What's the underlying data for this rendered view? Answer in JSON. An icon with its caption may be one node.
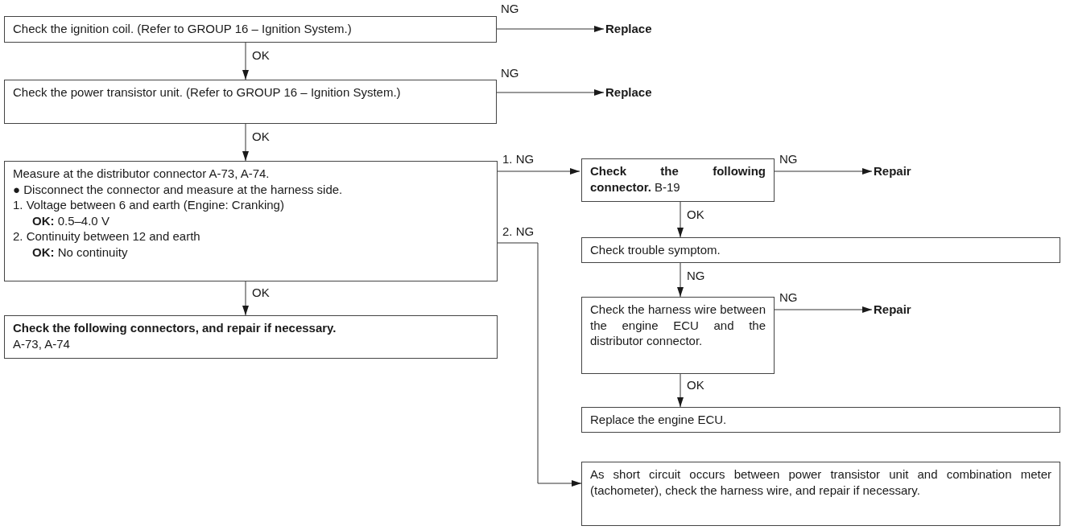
{
  "diagram": {
    "nodes": [
      {
        "text": [
          "Check the ignition coil.  (Refer to GROUP 16 – Ignition System.)"
        ]
      },
      {
        "text": [
          "Replace"
        ]
      },
      {
        "text": [
          "Check the power transistor unit. (Refer to GROUP 16 – Ignition System.)"
        ]
      },
      {
        "text": [
          "Replace"
        ]
      },
      {
        "text": [
          "Measure at the distributor connector A-73, A-74.",
          "● Disconnect the connector and measure at the harness side.",
          "1. Voltage between 6 and earth (Engine: Cranking)",
          "**OK:** 0.5–4.0 V",
          "2. Continuity between 12 and earth",
          "**OK:** No continuity"
        ]
      },
      {
        "text": [
          "Check the following connectors, and repair if necessary.",
          "A-73, A-74"
        ]
      },
      {
        "text": [
          "**Check the following connector.** B-19"
        ]
      },
      {
        "text": [
          "Repair"
        ]
      },
      {
        "text": [
          "Check trouble symptom."
        ]
      },
      {
        "text": [
          "Check the harness wire between the engine ECU and the distributor connector."
        ]
      },
      {
        "text": [
          "Repair"
        ]
      },
      {
        "text": [
          "Replace the engine ECU."
        ]
      },
      {
        "text": [
          "As short circuit occurs between power transistor unit and combination meter (tachometer), check the harness wire, and repair if necessary."
        ]
      }
    ],
    "edges": [
      {
        "from": 0,
        "to": 1,
        "arrow": "to",
        "label": "NG"
      },
      {
        "from": 0,
        "to": 2,
        "arrow": "to",
        "label": "OK"
      },
      {
        "from": 2,
        "to": 3,
        "arrow": "to",
        "label": "NG"
      },
      {
        "from": 2,
        "to": 4,
        "arrow": "to",
        "label": "OK"
      },
      {
        "from": 4,
        "to": 6,
        "arrow": "to",
        "label": "1. NG"
      },
      {
        "from": 4,
        "to": 12,
        "arrow": "to",
        "label": "2. NG"
      },
      {
        "from": 4,
        "to": 5,
        "arrow": "to",
        "label": "OK"
      },
      {
        "from": 6,
        "to": 7,
        "arrow": "to",
        "label": "NG"
      },
      {
        "from": 6,
        "to": 8,
        "arrow": "to",
        "label": "OK"
      },
      {
        "from": 8,
        "to": 9,
        "arrow": "to",
        "label": "NG"
      },
      {
        "from": 9,
        "to": 10,
        "arrow": "to",
        "label": "NG"
      },
      {
        "from": 9,
        "to": 11,
        "arrow": "to",
        "label": "OK"
      }
    ]
  }
}
